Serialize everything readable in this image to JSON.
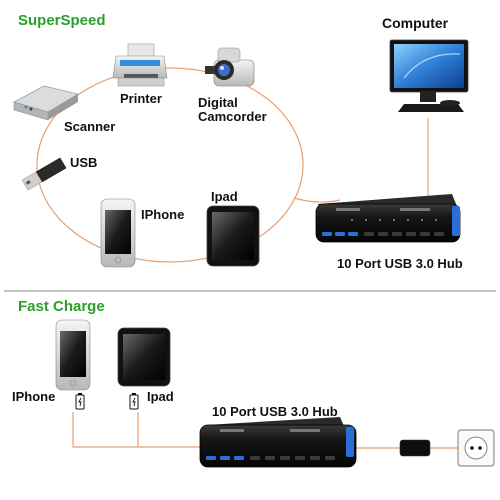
{
  "colors": {
    "section_title": "#2aa02a",
    "connector": "#e8a070",
    "divider": "#888888",
    "hub_body": "#141414",
    "port_blue": "#2a6fd8",
    "text": "#111111"
  },
  "sections": {
    "superspeed": {
      "title": "SuperSpeed",
      "devices": {
        "printer": "Printer",
        "camcorder_line1": "Digital",
        "camcorder_line2": "Camcorder",
        "scanner": "Scanner",
        "usb": "USB",
        "iphone": "IPhone",
        "ipad": "Ipad",
        "computer": "Computer"
      },
      "hub_label": "10 Port USB 3.0 Hub"
    },
    "fast_charge": {
      "title": "Fast Charge",
      "devices": {
        "iphone": "IPhone",
        "ipad": "Ipad"
      },
      "hub_label": "10 Port USB 3.0 Hub"
    }
  },
  "icons": [
    "printer-icon",
    "camcorder-icon",
    "scanner-icon",
    "usb-drive-icon",
    "iphone-icon",
    "ipad-icon",
    "computer-icon",
    "usb-hub-icon",
    "power-adapter-icon",
    "power-outlet-icon",
    "charge-battery-icon"
  ]
}
